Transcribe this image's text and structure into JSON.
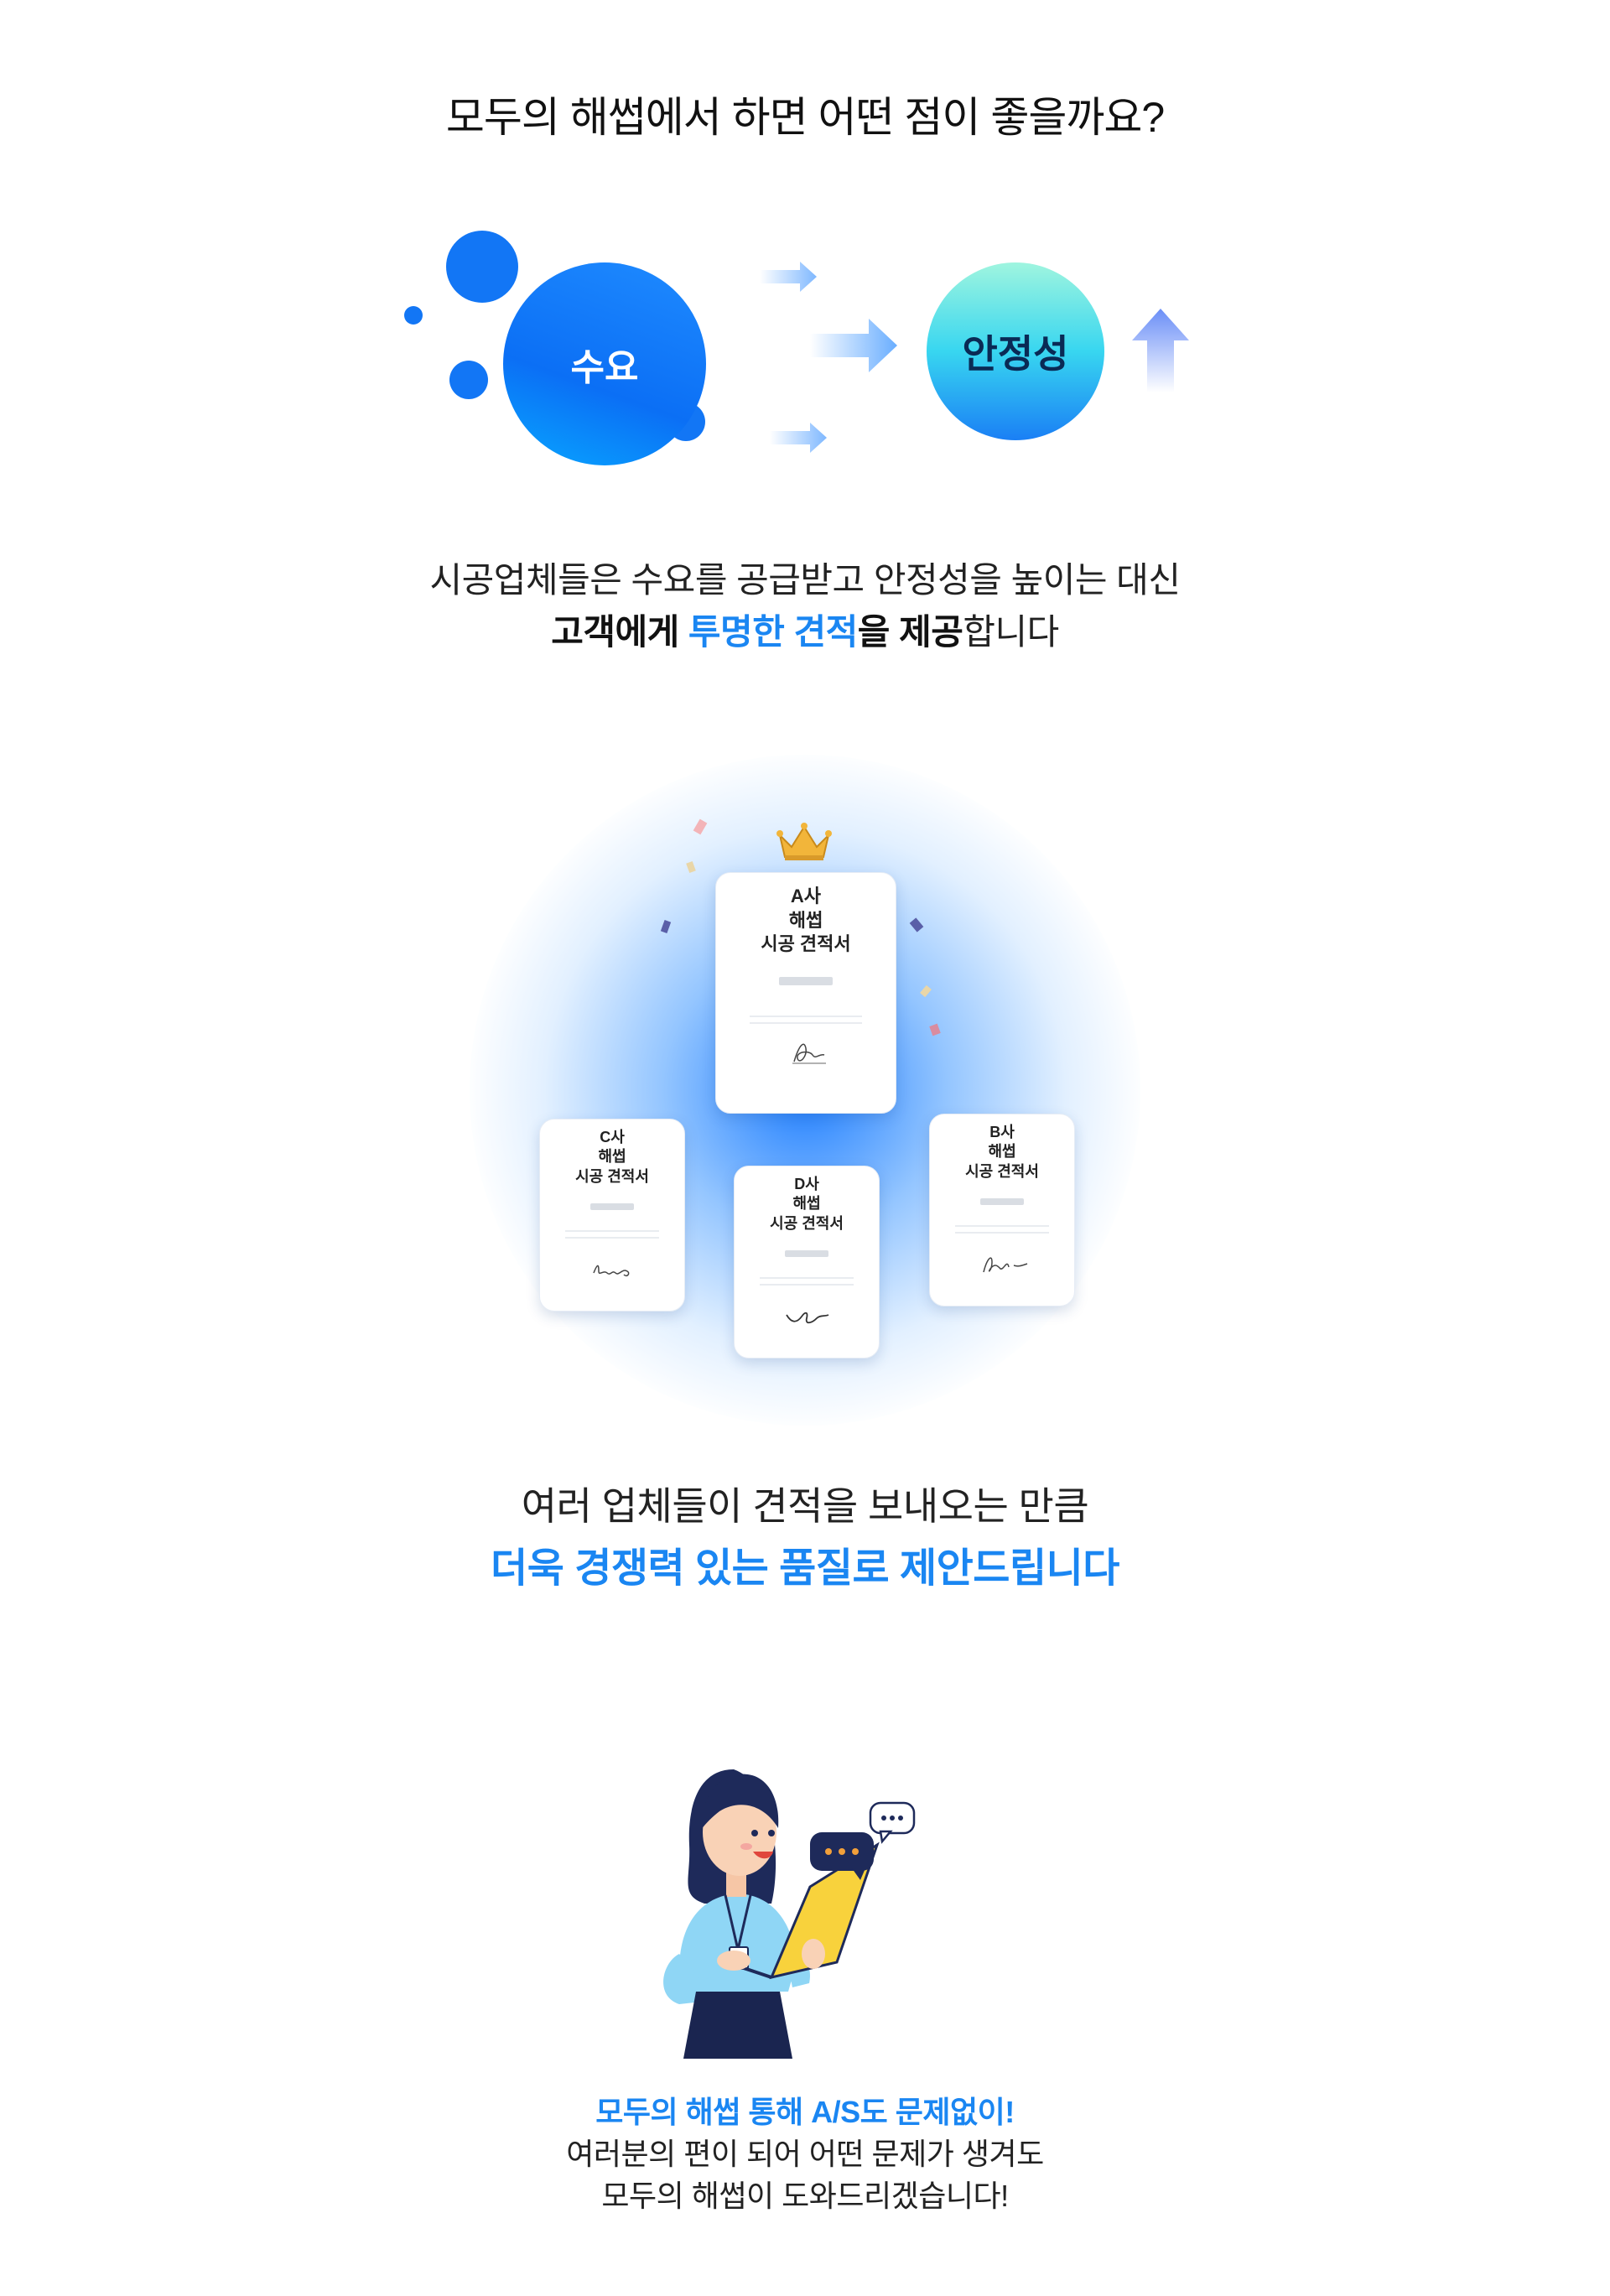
{
  "section1": {
    "heading": "모두의 해썹에서 하면 어떤 점이 좋을까요?",
    "demand_label": "수요",
    "stability_label": "안정성",
    "desc_line1": "시공업체들은 수요를 공급받고 안정성을 높이는 대신",
    "desc_line2": {
      "part1": "고객에게",
      "part2": "투명한 견적",
      "part3": "을",
      "part4": "제공",
      "part5": "합니다"
    }
  },
  "section2": {
    "cards": [
      {
        "company": "A사",
        "line2": "해썹",
        "line3": "시공 견적서"
      },
      {
        "company": "C사",
        "line2": "해썹",
        "line3": "시공 견적서"
      },
      {
        "company": "D사",
        "line2": "해썹",
        "line3": "시공 견적서"
      },
      {
        "company": "B사",
        "line2": "해썹",
        "line3": "시공 견적서"
      }
    ],
    "crown_icon": "crown-icon",
    "line1": "여러 업체들이 견적을 보내오는 만큼",
    "line2": "더욱 경쟁력 있는 품질로 제안드립니다"
  },
  "section3": {
    "line1": "모두의 해썹 통해 A/S도 문제없이!",
    "line2": "여러분의 편이 되어 어떤 문제가 생겨도",
    "line3": "모두의 해썹이 도와드리겠습니다!"
  },
  "colors": {
    "accent": "#1a86f2",
    "demand_bubble": "#0b6ff5",
    "stability_bubble_top": "#9ff5df",
    "laptop": "#f8d23c",
    "shirt": "#8fd6f5"
  }
}
